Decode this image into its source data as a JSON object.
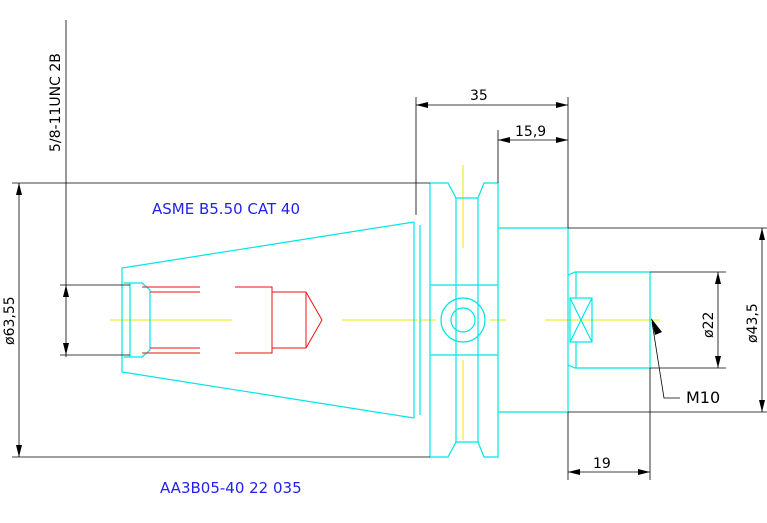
{
  "drawing": {
    "title": "ASME B5.50 CAT 40",
    "part_number": "AA3B05-40 22 035",
    "colors": {
      "outline": "#00e5e5",
      "centerline": "#e8e800",
      "dimension": "#000000",
      "section": "#ee1111",
      "title": "#2222ee",
      "background": "#ffffff"
    }
  },
  "dimensions": {
    "thread": "5/8-11UNC 2B",
    "length_overall": "35",
    "length_flange": "15,9",
    "dia_taper": "ø63,55",
    "dia_shank": "ø43,5",
    "dia_bore": "ø22",
    "bore_depth": "19",
    "thread_callout": "M10"
  }
}
